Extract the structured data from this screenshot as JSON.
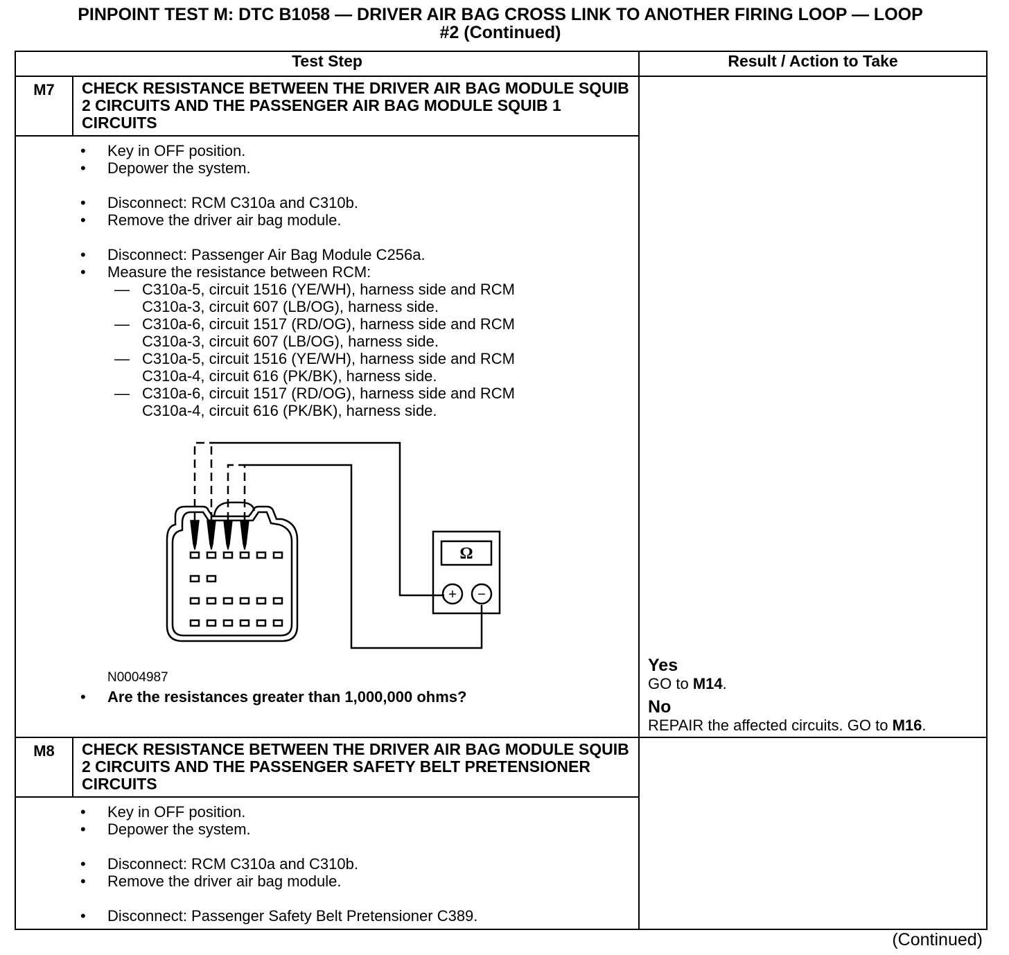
{
  "title": {
    "line1": "PINPOINT TEST  M: DTC B1058 — DRIVER AIR BAG CROSS LINK TO ANOTHER FIRING LOOP — LOOP",
    "line2": "#2 (Continued)"
  },
  "table": {
    "header_step": "Test Step",
    "header_result": "Result / Action to Take"
  },
  "m7": {
    "id": "M7",
    "title": "CHECK RESISTANCE BETWEEN THE DRIVER AIR BAG MODULE SQUIB 2 CIRCUITS AND THE PASSENGER AIR BAG MODULE SQUIB 1 CIRCUITS",
    "bullets1": [
      "Key in OFF position.",
      "Depower the system."
    ],
    "bullets2": [
      "Disconnect: RCM C310a and C310b.",
      "Remove the driver air bag module."
    ],
    "bullets3": [
      "Disconnect: Passenger Air Bag Module C256a.",
      "Measure the resistance between RCM:"
    ],
    "dashes": [
      [
        "C310a-5, circuit 1516 (YE/WH), harness side and RCM",
        "C310a-3, circuit 607 (LB/OG), harness side."
      ],
      [
        "C310a-6, circuit 1517 (RD/OG), harness side and RCM",
        "C310a-3, circuit 607 (LB/OG), harness side."
      ],
      [
        "C310a-5, circuit 1516 (YE/WH), harness side and RCM",
        "C310a-4, circuit 616 (PK/BK), harness side."
      ],
      [
        "C310a-6, circuit 1517 (RD/OG), harness side and RCM",
        "C310a-4, circuit 616 (PK/BK), harness side."
      ]
    ],
    "figure_id": "N0004987",
    "meter_symbol": "Ω",
    "meter_plus": "+",
    "meter_minus": "−",
    "question": "Are the resistances greater than 1,000,000 ohms?",
    "yes_label": "Yes",
    "yes_text": "GO to ",
    "yes_step": "M14",
    "no_label": "No",
    "no_text": "REPAIR the affected circuits. GO to ",
    "no_step": "M16"
  },
  "m8": {
    "id": "M8",
    "title": "CHECK RESISTANCE BETWEEN THE DRIVER AIR BAG MODULE SQUIB 2 CIRCUITS AND THE PASSENGER SAFETY BELT PRETENSIONER CIRCUITS",
    "bullets1": [
      "Key in OFF position.",
      "Depower the system."
    ],
    "bullets2": [
      "Disconnect: RCM C310a and C310b.",
      "Remove the driver air bag module."
    ],
    "bullets3": [
      "Disconnect: Passenger Safety Belt Pretensioner C389."
    ]
  },
  "footer": "(Continued)",
  "bullet_char": "•",
  "dash_char": "—"
}
